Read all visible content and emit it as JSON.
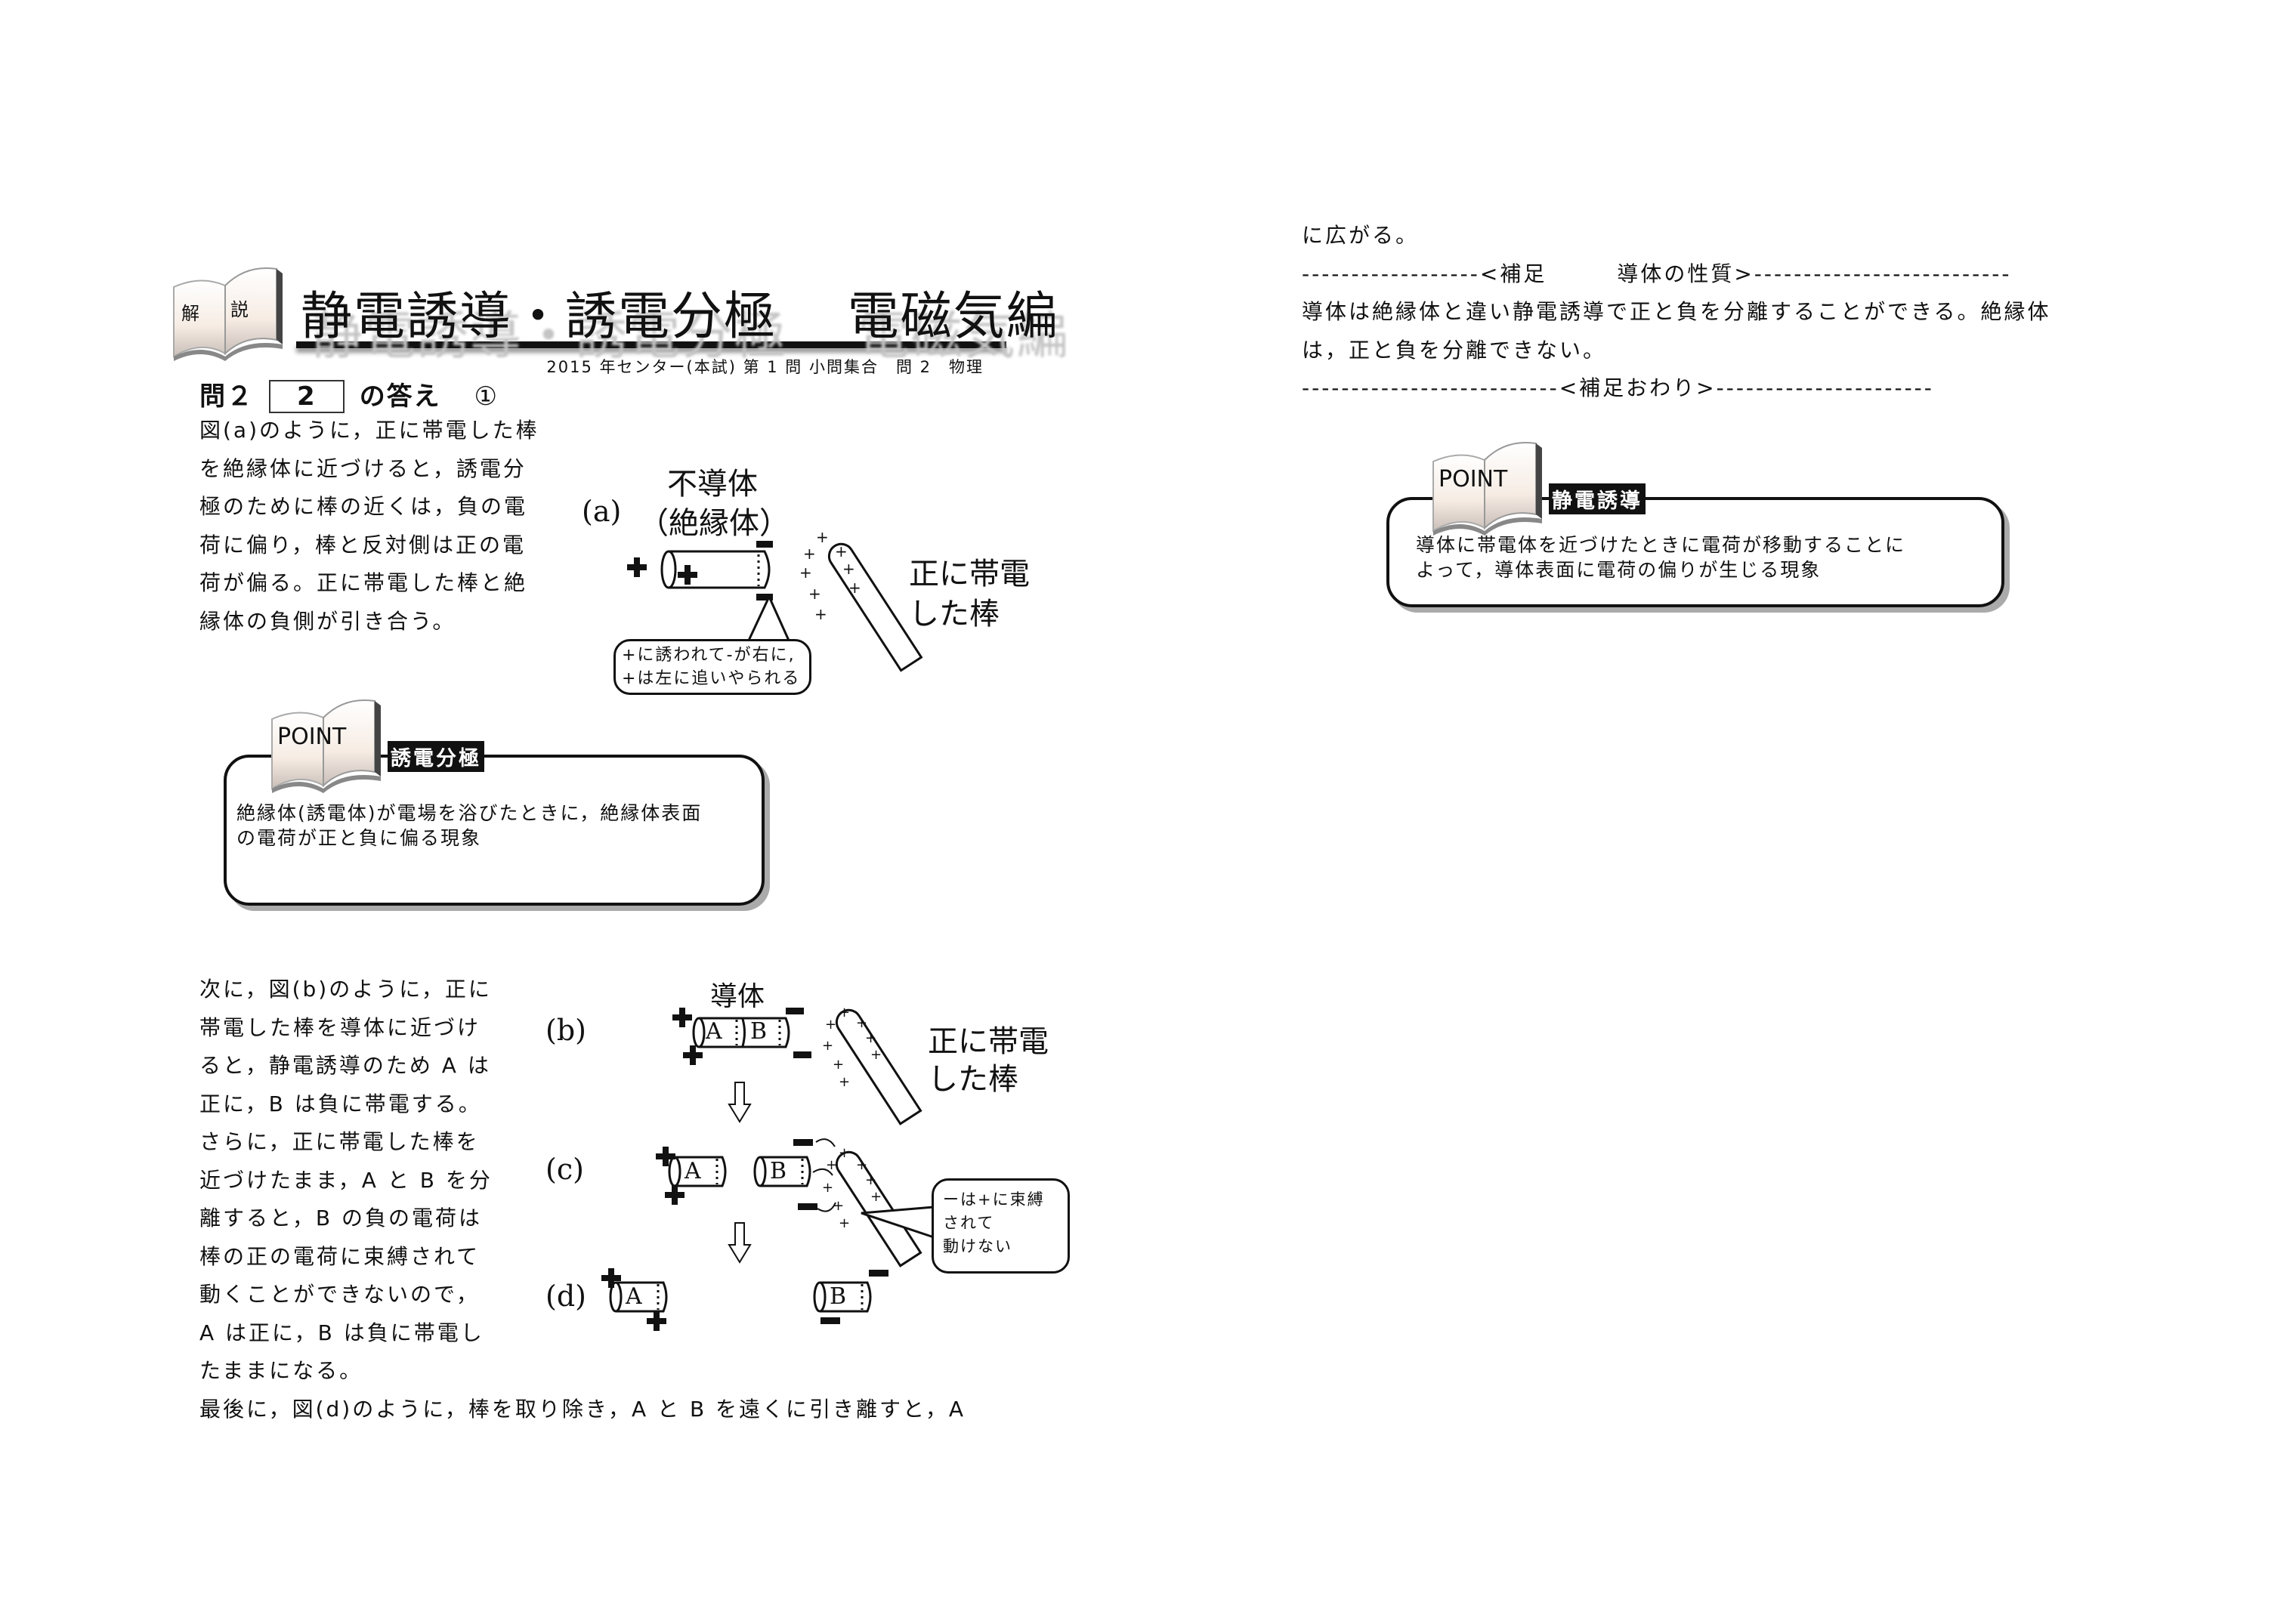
{
  "header": {
    "badge": [
      "解",
      "説"
    ],
    "title": "静電誘導・誘電分極　 電磁気編",
    "subtitle": "2015 年センター(本試) 第 1 問  小問集合　問 2　物理"
  },
  "question": {
    "label": "問２",
    "box_value": "2",
    "suffix": "の答え",
    "answer": "①"
  },
  "paragraph_a": [
    "図(a)のように，正に帯電した棒",
    "を絶縁体に近づけると，誘電分",
    "極のために棒の近くは，負の電",
    "荷に偏り，棒と反対側は正の電",
    "荷が偏る。正に帯電した棒と絶",
    "縁体の負側が引き合う。"
  ],
  "figure_a": {
    "label": "(a)",
    "object_line1": "不導体",
    "object_line2": "（絶縁体）",
    "rod_line1": "正に帯電",
    "rod_line2": "した棒",
    "callout": [
      "+に誘われて-が右に,",
      "+は左に追いやられる"
    ]
  },
  "point1": {
    "badge": "POINT",
    "heading": "誘電分極",
    "text": [
      "絶縁体(誘電体)が電場を浴びたときに，絶縁体表面",
      "の電荷が正と負に偏る現象"
    ]
  },
  "paragraph_b": [
    "次に，図(b)のように，正に",
    "帯電した棒を導体に近づけ",
    "ると，静電誘導のため A は",
    "正に，B は負に帯電する。",
    "さらに，正に帯電した棒を",
    "近づけたまま，A と B を分",
    "離すると，B の負の電荷は",
    "棒の正の電荷に束縛されて",
    "動くことができないので，",
    "A は正に，B は負に帯電し",
    "たままになる。"
  ],
  "paragraph_last": "最後に，図(d)のように，棒を取り除き，A と B を遠くに引き離すと，A",
  "figure_bcd": {
    "label_b": "(b)",
    "label_c": "(c)",
    "label_d": "(d)",
    "conductor": "導体",
    "part_a": "A",
    "part_b": "B",
    "rod_line1": "正に帯電",
    "rod_line2": "した棒",
    "callout": [
      "ーは+に束縛",
      "されて",
      "動けない"
    ]
  },
  "right": {
    "continuation": "に広がる。",
    "supplement_start": "------------------<補足　　　導体の性質>--------------------------",
    "supplement_text": [
      "導体は絶縁体と違い静電誘導で正と負を分離することができる。絶縁体",
      "は，正と負を分離できない。"
    ],
    "supplement_end": "--------------------------<補足おわり>----------------------"
  },
  "point2": {
    "badge": "POINT",
    "heading": "静電誘導",
    "text": [
      "導体に帯電体を近づけたときに電荷が移動することに",
      "よって，導体表面に電荷の偏りが生じる現象"
    ]
  }
}
